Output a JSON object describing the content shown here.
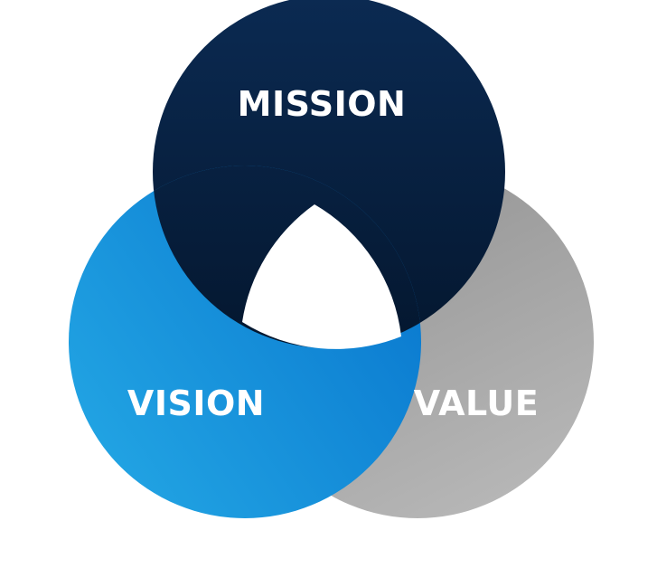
{
  "diagram": {
    "circles": [
      {
        "id": "mission",
        "label": "MISSION",
        "color_top": "#0b2a52",
        "color_bottom": "#04172f"
      },
      {
        "id": "vision",
        "label": "VISION",
        "color_top": "#0a79cf",
        "color_bottom": "#25aae6"
      },
      {
        "id": "value",
        "label": "VALUE",
        "color_top": "#929292",
        "color_bottom": "#b5b5b5"
      }
    ],
    "center_color": "#ffffff"
  }
}
